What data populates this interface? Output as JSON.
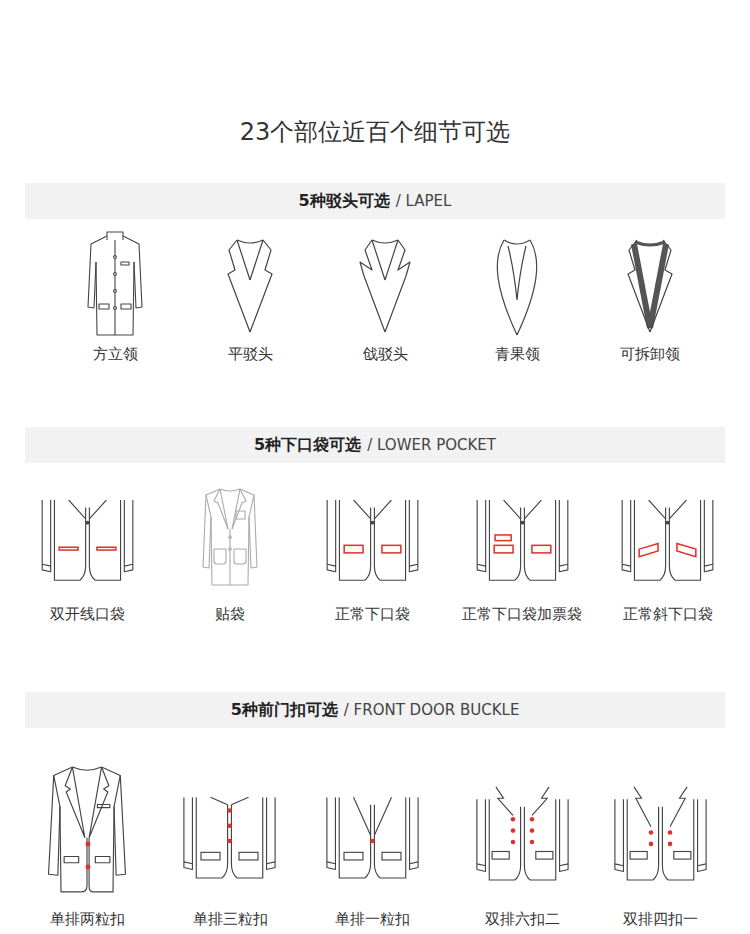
{
  "diagram": {
    "title": "23个部位近百个细节可选",
    "nodes": [
      {
        "text": [
          "5种驳头可选",
          "/ LAPEL"
        ]
      },
      {
        "text": [
          "5种下口袋可选",
          "/ LOWER POCKET"
        ]
      },
      {
        "text": [
          "5种前门扣可选",
          "/ FRONT DOOR BUCKLE"
        ]
      }
    ],
    "labels": [
      "方立领",
      "平驳头",
      "戗驳头",
      "青果领",
      "可拆卸领",
      "双开线口袋",
      "贴袋",
      "正常下口袋",
      "正常下口袋加票袋",
      "正常斜下口袋",
      "单排两粒扣",
      "单排三粒扣",
      "单排一粒扣",
      "双排六扣二",
      "双排四扣一"
    ]
  }
}
